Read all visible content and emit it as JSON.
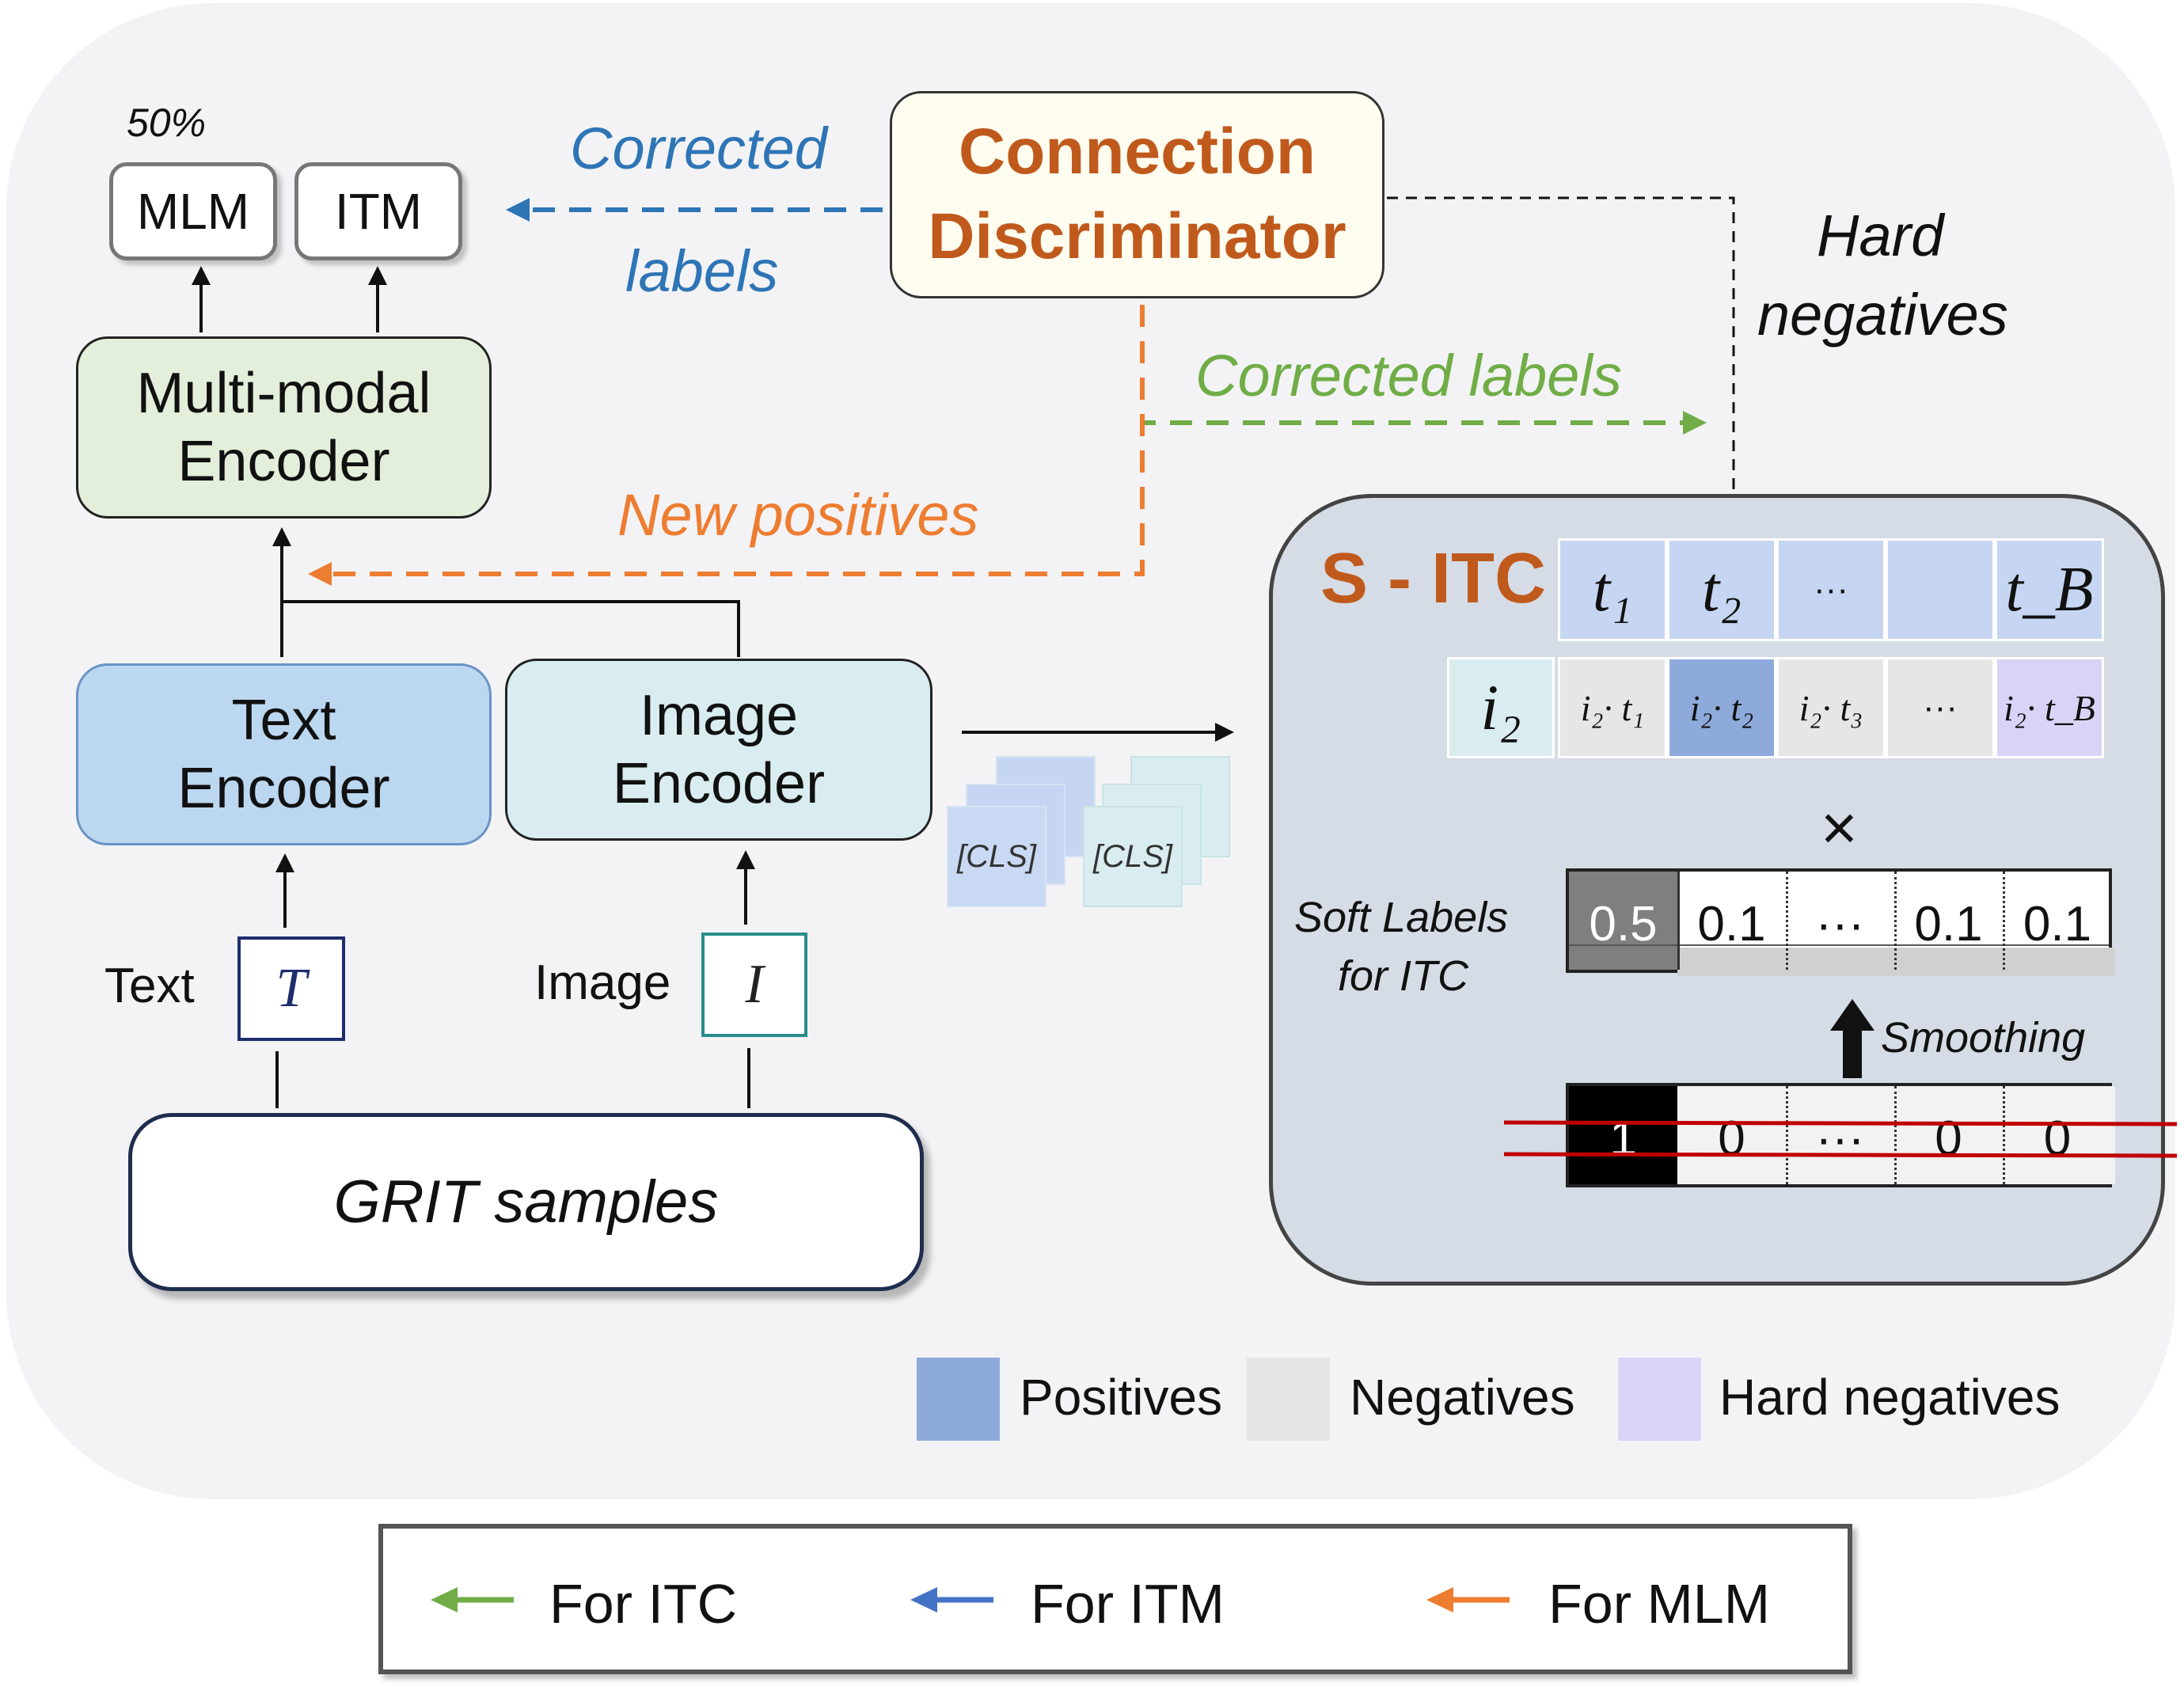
{
  "percent_label": "50%",
  "heads": {
    "mlm": "MLM",
    "itm": "ITM"
  },
  "connection_discriminator": {
    "line1": "Connection",
    "line2": "Discriminator"
  },
  "arrows": {
    "corrected_labels_itm": {
      "line1": "Corrected",
      "line2": "labels"
    },
    "corrected_labels_itc": "Corrected labels",
    "new_positives": "New positives",
    "hard_negatives": {
      "line1": "Hard",
      "line2": "negatives"
    }
  },
  "encoders": {
    "multimodal": {
      "line1": "Multi-modal",
      "line2": "Encoder"
    },
    "text": {
      "line1": "Text",
      "line2": "Encoder"
    },
    "image": {
      "line1": "Image",
      "line2": "Encoder"
    }
  },
  "inputs": {
    "text_label": "Text",
    "text_symbol": "T",
    "image_label": "Image",
    "image_symbol": "I"
  },
  "grit_samples": "GRIT samples",
  "cls_token": "[CLS]",
  "s_itc": {
    "title": "S - ITC",
    "text_tokens": [
      "t₁",
      "t₂",
      "···",
      "",
      "t_B"
    ],
    "image_token": "i₂",
    "dot_products": [
      "i₂· t₁",
      "i₂· t₂",
      "i₂· t₃",
      "···",
      "i₂· t_B"
    ],
    "times": "×",
    "soft_labels_title": {
      "line1": "Soft Labels",
      "line2": "for ITC"
    },
    "soft_labels": [
      "0.5",
      "0.1",
      "···",
      "0.1",
      "0.1"
    ],
    "smoothing": "Smoothing",
    "hard_labels": [
      "1",
      "0",
      "···",
      "0",
      "0"
    ]
  },
  "legend": {
    "positives": "Positives",
    "negatives": "Negatives",
    "hard_negatives": "Hard negatives"
  },
  "bottom_legend": {
    "itc": "For ITC",
    "itm": "For ITM",
    "mlm": "For MLM"
  },
  "colors": {
    "itc_green": "#70ad47",
    "itm_blue": "#2e75b6",
    "mlm_orange": "#ed7d31",
    "positive": "#8eaadb",
    "negative": "#e6e6e6",
    "hard_negative": "#d9d4f7",
    "title_orange": "#c05a1c"
  }
}
